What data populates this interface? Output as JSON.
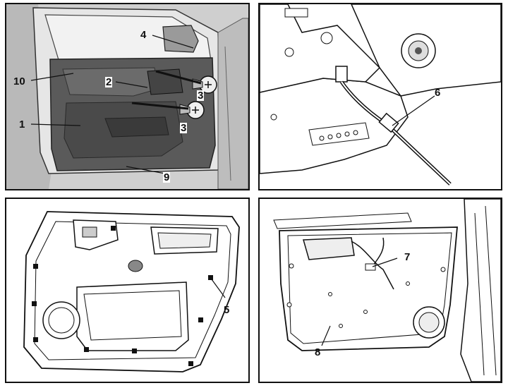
{
  "callouts": {
    "p1": [
      "4",
      "10",
      "2",
      "3",
      "3",
      "1",
      "9"
    ],
    "p2": [
      "6"
    ],
    "p3": [
      "5"
    ],
    "p4": [
      "7",
      "8"
    ]
  }
}
